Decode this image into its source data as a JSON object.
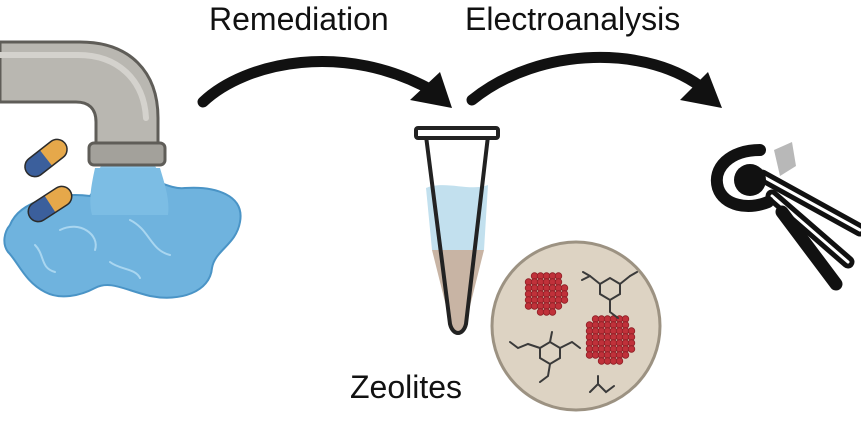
{
  "labels": {
    "remediation": "Remediation",
    "electroanalysis": "Electroanalysis",
    "zeolites": "Zeolites"
  },
  "colors": {
    "water": "#6fb3de",
    "water_dark": "#4a94c6",
    "pipe": "#b9b7b1",
    "pipe_outline": "#5f5d58",
    "capsule_orange": "#e6a84a",
    "capsule_blue": "#3b5f9c",
    "tube_liquid": "#c2e0ee",
    "tube_sediment": "#c8b4a4",
    "circle_bg": "#ddd3c3",
    "zeolite_red": "#c0313a",
    "electrode_black": "#111111",
    "electrode_gray": "#b8b8b8"
  },
  "icons": {
    "faucet": "faucet-icon",
    "pills": "capsule-icon",
    "tube": "test-tube-icon",
    "electrode": "electrode-icon"
  }
}
